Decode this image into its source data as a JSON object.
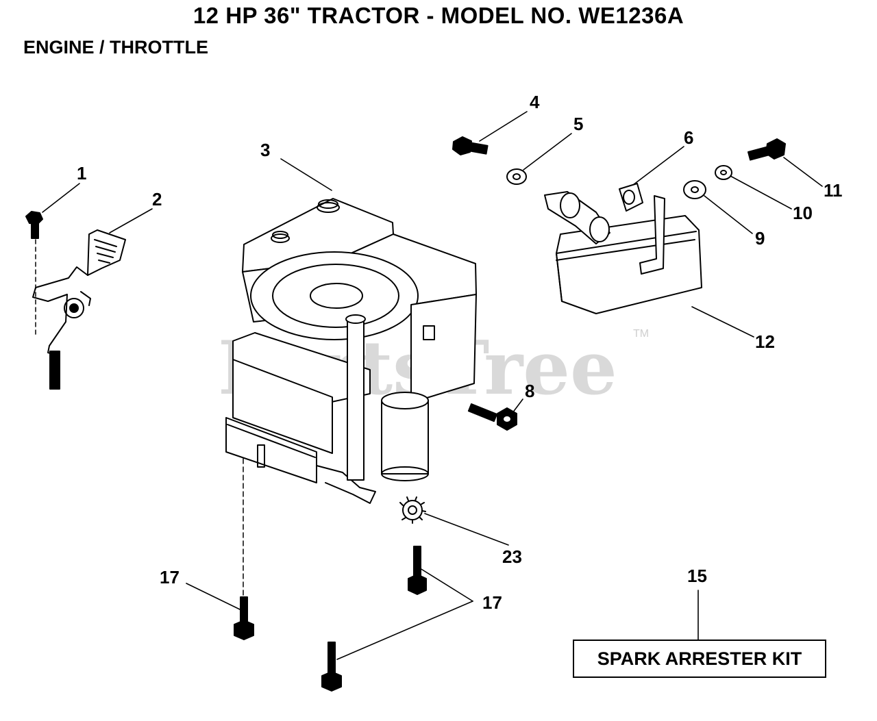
{
  "header": {
    "title": "12 HP 36\" TRACTOR - MODEL NO. WE1236A",
    "section": "ENGINE / THROTTLE"
  },
  "watermark": {
    "text": "PartsTree",
    "mark": "TM"
  },
  "callouts": [
    "1",
    "2",
    "3",
    "4",
    "5",
    "6",
    "8",
    "9",
    "10",
    "11",
    "12",
    "15",
    "17",
    "17",
    "23"
  ],
  "kit_label": "SPARK ARRESTER KIT",
  "colors": {
    "ink": "#000000",
    "paper": "#ffffff",
    "watermark": "#d9d9d9"
  }
}
